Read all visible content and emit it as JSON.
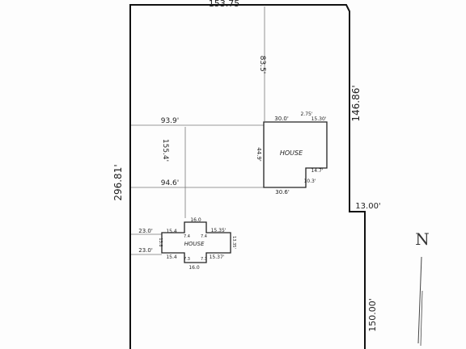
{
  "plot": {
    "top_boundary_label": "153.75",
    "left_boundary_label": "296.81'",
    "right_upper_label": "146.86'",
    "notch_label": "13.00'",
    "right_lower_label": "150.00'",
    "north_label": "N",
    "dim_vertical_top": "83.5'",
    "dim_vertical_mid": "155.4'",
    "dim_horizontal_upper": "93.9'",
    "dim_horizontal_lower": "94.6'"
  },
  "house_east": {
    "label": "HOUSE",
    "top_width": "30.0'",
    "notch_small": "2.75'",
    "top_right": "15.30'",
    "left_depth": "44.9'",
    "right_step": "14.7'",
    "right_small": "10.3'",
    "bottom_width": "30.6'"
  },
  "house_west": {
    "label": "HOUSE",
    "setback_upper": "23.0'",
    "setback_lower": "23.0'",
    "wing_top": "16.0",
    "wing_bottom": "16.0",
    "left_top": "15.4",
    "left_bottom": "15.4",
    "right_top": "15.35'",
    "right_bottom": "15.37'",
    "left_height": "13.8",
    "right_height": "13.35'",
    "small_tl": "7.4",
    "small_tr": "7.4",
    "small_bl": "7.3",
    "small_br": "7.3"
  }
}
